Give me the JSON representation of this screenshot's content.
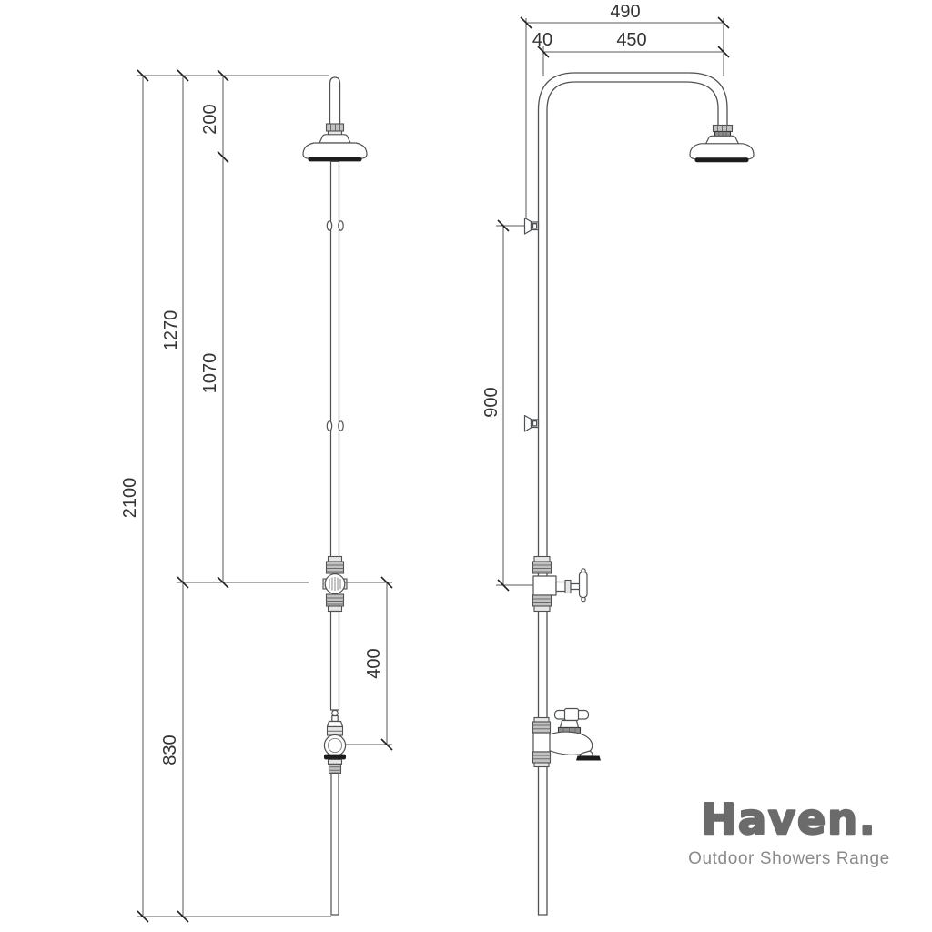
{
  "drawing_title": "Outdoor shower column - dimensioned front and side views",
  "colors": {
    "background": "#ffffff",
    "line": "#4f5254",
    "dimension_line": "#5a5a5a",
    "dimension_text": "#333333",
    "fitting_dark_band": "#1c1c1c",
    "logo_primary": "#6b6b6b",
    "logo_secondary": "#8a8a8a"
  },
  "front_view": {
    "dims": {
      "d2100": "2100",
      "d1270": "1270",
      "d1070": "1070",
      "d200": "200",
      "d400": "400",
      "d830": "830"
    }
  },
  "side_view": {
    "dims": {
      "d490": "490",
      "d450": "450",
      "d40": "40",
      "d900": "900"
    }
  },
  "logo": {
    "brand": "Haven.",
    "tagline": "Outdoor Showers Range"
  }
}
